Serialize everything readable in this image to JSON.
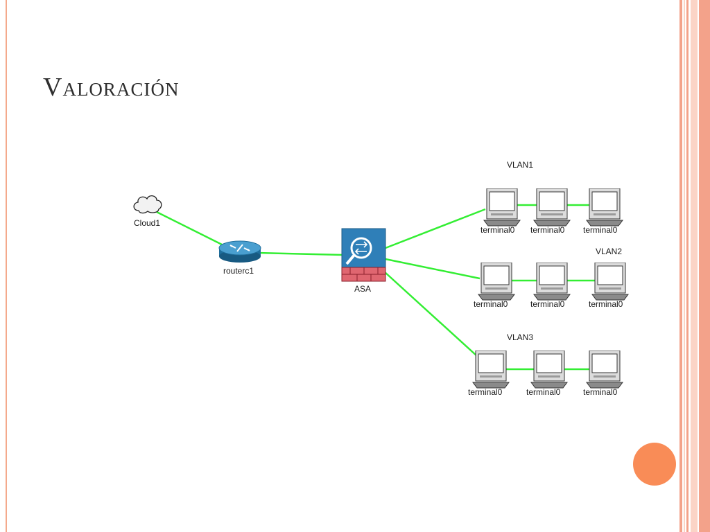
{
  "slide": {
    "title": "Valoración",
    "colors": {
      "accent_orange": "#f98c57",
      "left_rule": "#f4a98c",
      "stripe_dark": "#f3a28a",
      "stripe_light": "#fbd4c6",
      "link_green": "#33ee33",
      "title_text": "#2e2e2e"
    }
  },
  "diagram": {
    "cloud": {
      "label": "Cloud1",
      "icon": "cloud-icon"
    },
    "router": {
      "label": "routerc1",
      "icon": "router-icon"
    },
    "firewall": {
      "label": "ASA",
      "icon": "asa-firewall-icon"
    },
    "vlans": [
      {
        "label": "VLAN1",
        "terminals": [
          "terminal0",
          "terminal0",
          "terminal0"
        ]
      },
      {
        "label": "VLAN2",
        "terminals": [
          "terminal0",
          "terminal0",
          "terminal0"
        ]
      },
      {
        "label": "VLAN3",
        "terminals": [
          "terminal0",
          "terminal0",
          "terminal0"
        ]
      }
    ],
    "links": [
      {
        "from": "Cloud1",
        "to": "routerc1"
      },
      {
        "from": "routerc1",
        "to": "ASA"
      },
      {
        "from": "ASA",
        "to": "VLAN1"
      },
      {
        "from": "ASA",
        "to": "VLAN2"
      },
      {
        "from": "ASA",
        "to": "VLAN3"
      }
    ]
  }
}
